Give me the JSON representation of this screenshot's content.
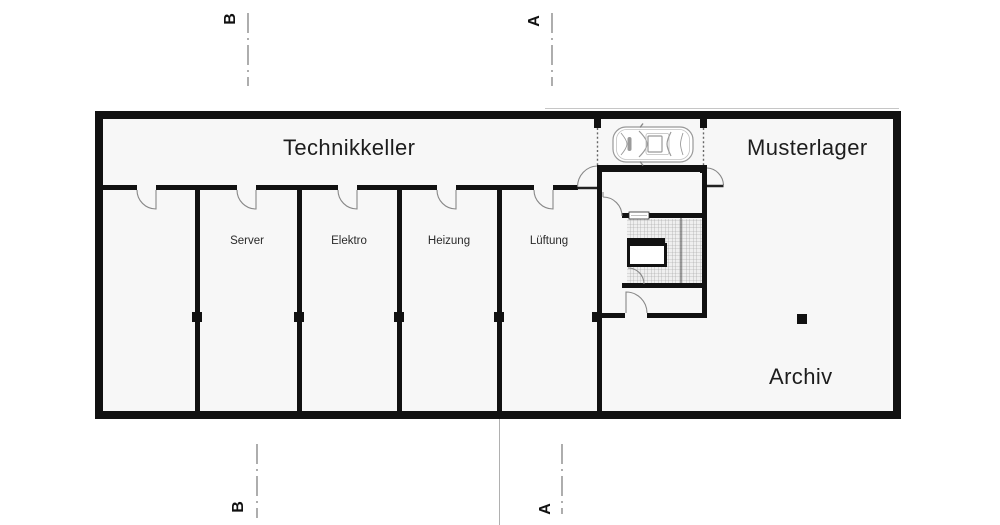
{
  "plan": {
    "title": "Technikkeller",
    "areas": {
      "musterlager": "Musterlager",
      "archiv": "Archiv"
    },
    "rooms": [
      {
        "label": "Server"
      },
      {
        "label": "Elektro"
      },
      {
        "label": "Heizung"
      },
      {
        "label": "Lüftung"
      }
    ],
    "sections": {
      "top_b": "B",
      "top_a": "A",
      "bottom_b": "B",
      "bottom_a": "A"
    }
  },
  "icons": {
    "car": "car-top-view-icon"
  },
  "colors": {
    "wall": "#111111",
    "interior_fill": "#f7f7f7",
    "drawing_line": "#888888",
    "section_line": "#777777",
    "hatch_line": "#9d9d9d",
    "text": "#1d1d1d"
  }
}
